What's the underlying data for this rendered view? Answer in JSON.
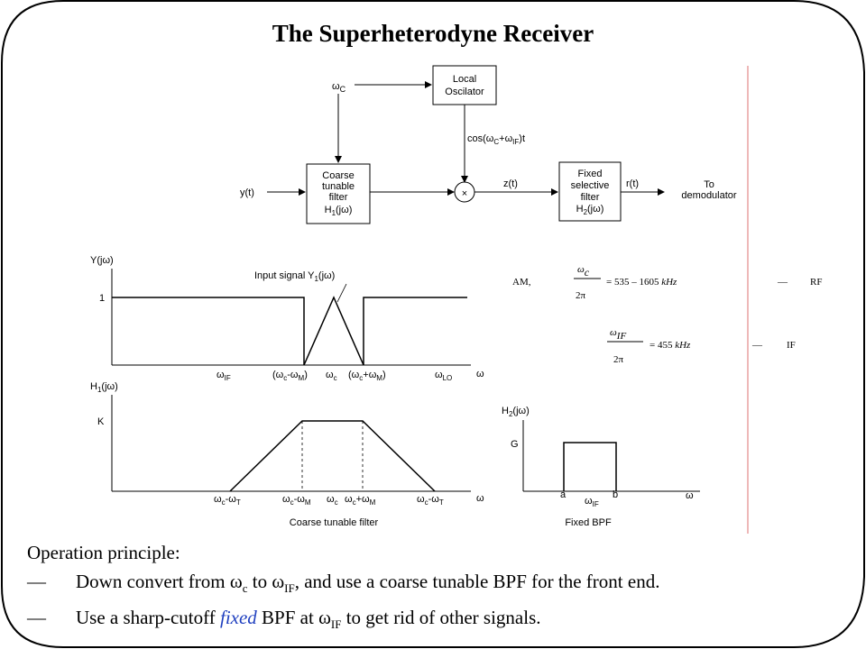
{
  "title": "The Superheterodyne Receiver",
  "block_diagram": {
    "wc": "ω",
    "wc_sub": "C",
    "local_osc_line1": "Local",
    "local_osc_line2": "Oscilator",
    "cos_label": "cos(ω",
    "cos_sub1": "C",
    "cos_mid": "+ω",
    "cos_sub2": "IF",
    "cos_end": ")t",
    "yt": "y(t)",
    "coarse_l1": "Coarse",
    "coarse_l2": "tunable",
    "coarse_l3": "filter",
    "coarse_l4": "H",
    "coarse_l4_sub": "1",
    "coarse_l4_end": "(jω)",
    "mixer": "×",
    "zt": "z(t)",
    "fixed_l1": "Fixed",
    "fixed_l2": "selective",
    "fixed_l3": "filter",
    "fixed_l4": "H",
    "fixed_l4_sub": "2",
    "fixed_l4_end": "(jω)",
    "rt": "r(t)",
    "to_l1": "To",
    "to_l2": "demodulator"
  },
  "plot_y": {
    "ylabel": "Y(jω)",
    "one": "1",
    "input_signal": "Input signal Y",
    "input_sub": "1",
    "input_end": "(jω)",
    "tick_wif": "ω",
    "tick_wif_sub": "IF",
    "tick_left": "(ω",
    "tick_left_s1": "c",
    "tick_left_m": "-ω",
    "tick_left_s2": "M",
    "tick_left_e": ")",
    "tick_wc": "ω",
    "tick_wc_sub": "c",
    "tick_right": "(ω",
    "tick_right_s1": "c",
    "tick_right_m": "+ω",
    "tick_right_s2": "M",
    "tick_right_e": ")",
    "tick_wlo": "ω",
    "tick_wlo_sub": "LO",
    "axis_w": "ω"
  },
  "plot_h1": {
    "ylabel": "H",
    "ylabel_sub": "1",
    "ylabel_end": "(jω)",
    "k": "K",
    "t1": "ω",
    "t1s1": "c",
    "t1m": "-ω",
    "t1s2": "T",
    "t2": "ω",
    "t2s1": "c",
    "t2m": "-ω",
    "t2s2": "M",
    "t3": "ω",
    "t3s": "c",
    "t4": "ω",
    "t4s1": "c",
    "t4m": "+ω",
    "t4s2": "M",
    "t5": "ω",
    "t5s1": "c",
    "t5m": "-ω",
    "t5s2": "T",
    "axis_w": "ω",
    "caption": "Coarse tunable filter"
  },
  "plot_h2": {
    "ylabel": "H",
    "ylabel_sub": "2",
    "ylabel_end": "(jω)",
    "g": "G",
    "a": "a",
    "wif": "ω",
    "wif_sub": "IF",
    "b": "b",
    "axis_w": "ω",
    "caption": "Fixed BPF"
  },
  "equations": {
    "am": "AM,",
    "num1": "ω",
    "num1_sub": "c",
    "den": "2π",
    "rhs1": "= 535 – 1605",
    "unit": "kHz",
    "dash": "—",
    "rf": "RF",
    "num2": "ω",
    "num2_sub": "IF",
    "rhs2": "= 455",
    "if": "IF"
  },
  "principle": {
    "heading": "Operation principle:",
    "dash": "—",
    "line1_a": "Down convert from ω",
    "line1_s1": "c",
    "line1_b": " to ω",
    "line1_s2": "IF",
    "line1_c": ", and use a coarse tunable BPF for the front end.",
    "line2_a": "Use a sharp-cutoff ",
    "line2_fixed": "fixed",
    "line2_b": " BPF at ω",
    "line2_s": "IF",
    "line2_c": " to get rid of other signals."
  },
  "colors": {
    "frame": "#000000",
    "red_rule": "#e8a0a0",
    "fixed_word": "#1f3fbf"
  }
}
